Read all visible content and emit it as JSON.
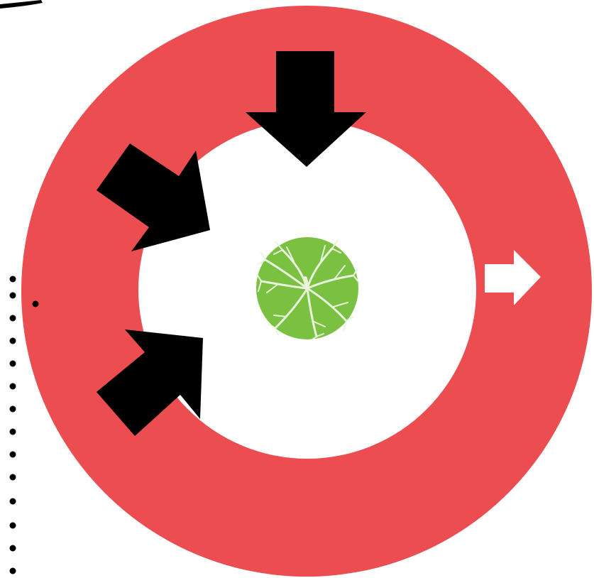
{
  "colors": {
    "ring": "#eb4d51",
    "inner": "#ffffff",
    "arrows_in": "#000000",
    "arrow_out": "#ffffff",
    "core": "#7ac142",
    "core_veins": "#e8f5dc",
    "dots": "#000000"
  },
  "icons": {
    "inward_arrows": [
      "arrow-down-icon",
      "arrow-diagonal-down-right-icon",
      "arrow-diagonal-up-right-icon"
    ],
    "outward_arrow": "arrow-right-icon",
    "center": "tree-roots-icon",
    "side_markers": "dotted-line"
  },
  "arrows": {
    "inward_count": 3,
    "outward_count": 1
  }
}
